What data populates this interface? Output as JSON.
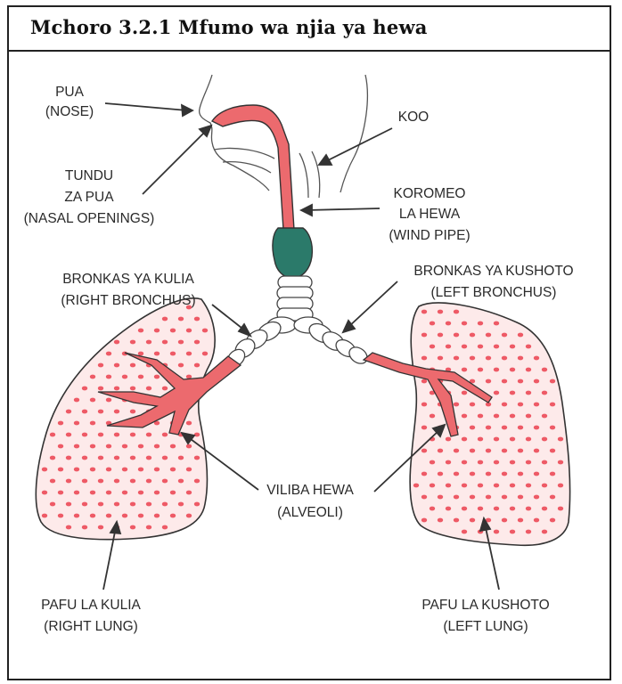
{
  "title": "Mchoro 3.2.1 Mfumo wa njia ya hewa",
  "labels": {
    "pua": [
      "PUA",
      "(NOSE)"
    ],
    "tundu": [
      "TUNDU",
      "ZA PUA",
      "(NASAL OPENINGS)"
    ],
    "koo": [
      "KOO"
    ],
    "koromeo": [
      "KOROMEO",
      "LA HEWA",
      "(WIND PIPE)"
    ],
    "bronkas_kulia": [
      "BRONKAS YA KULIA",
      "(RIGHT BRONCHUS)"
    ],
    "bronkas_kushoto": [
      "BRONKAS YA KUSHOTO",
      "(LEFT BRONCHUS)"
    ],
    "viliba": [
      "VILIBA HEWA",
      "(ALVEOLI)"
    ],
    "pafu_kulia": [
      "PAFU LA KULIA",
      "(RIGHT LUNG)"
    ],
    "pafu_kushoto": [
      "PAFU LA KUSHOTO",
      "(LEFT LUNG)"
    ]
  },
  "colors": {
    "airway": "#ec6a6e",
    "lung_fill": "#fdeaea",
    "alveoli_dot": "#ee5a66",
    "larynx": "#2b7a6a",
    "outline": "#333333"
  }
}
